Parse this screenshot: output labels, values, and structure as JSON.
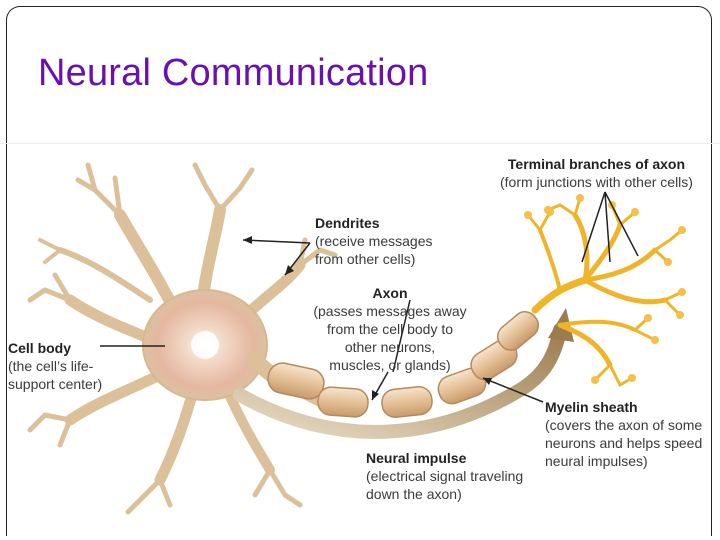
{
  "slide": {
    "title": "Neural Communication"
  },
  "labels": {
    "terminal": {
      "head": "Terminal branches of axon",
      "sub": "(form junctions with other cells)"
    },
    "dendrites": {
      "head": "Dendrites",
      "sub1": "(receive messages",
      "sub2": "from other cells)"
    },
    "axon": {
      "head": "Axon",
      "sub1": "(passes messages away",
      "sub2": "from the cell body to",
      "sub3": "other neurons,",
      "sub4": "muscles, or glands)"
    },
    "cell_body": {
      "head": "Cell body",
      "sub1": "(the cell’s life-",
      "sub2": "support center)"
    },
    "myelin": {
      "head": "Myelin sheath",
      "sub1": "(covers the axon of some",
      "sub2": "neurons and helps speed",
      "sub3": "neural impulses)"
    },
    "impulse": {
      "head": "Neural impulse",
      "sub1": "(electrical signal traveling",
      "sub2": "down the axon)"
    }
  },
  "colors": {
    "title": "#6a0fb0",
    "neuron_body": "#f0dcc0",
    "neuron_outline": "#c9a27a",
    "myelin": "#e8c9a4",
    "terminal": "#f3b52c",
    "impulse_arrow": "#a58a5c"
  }
}
